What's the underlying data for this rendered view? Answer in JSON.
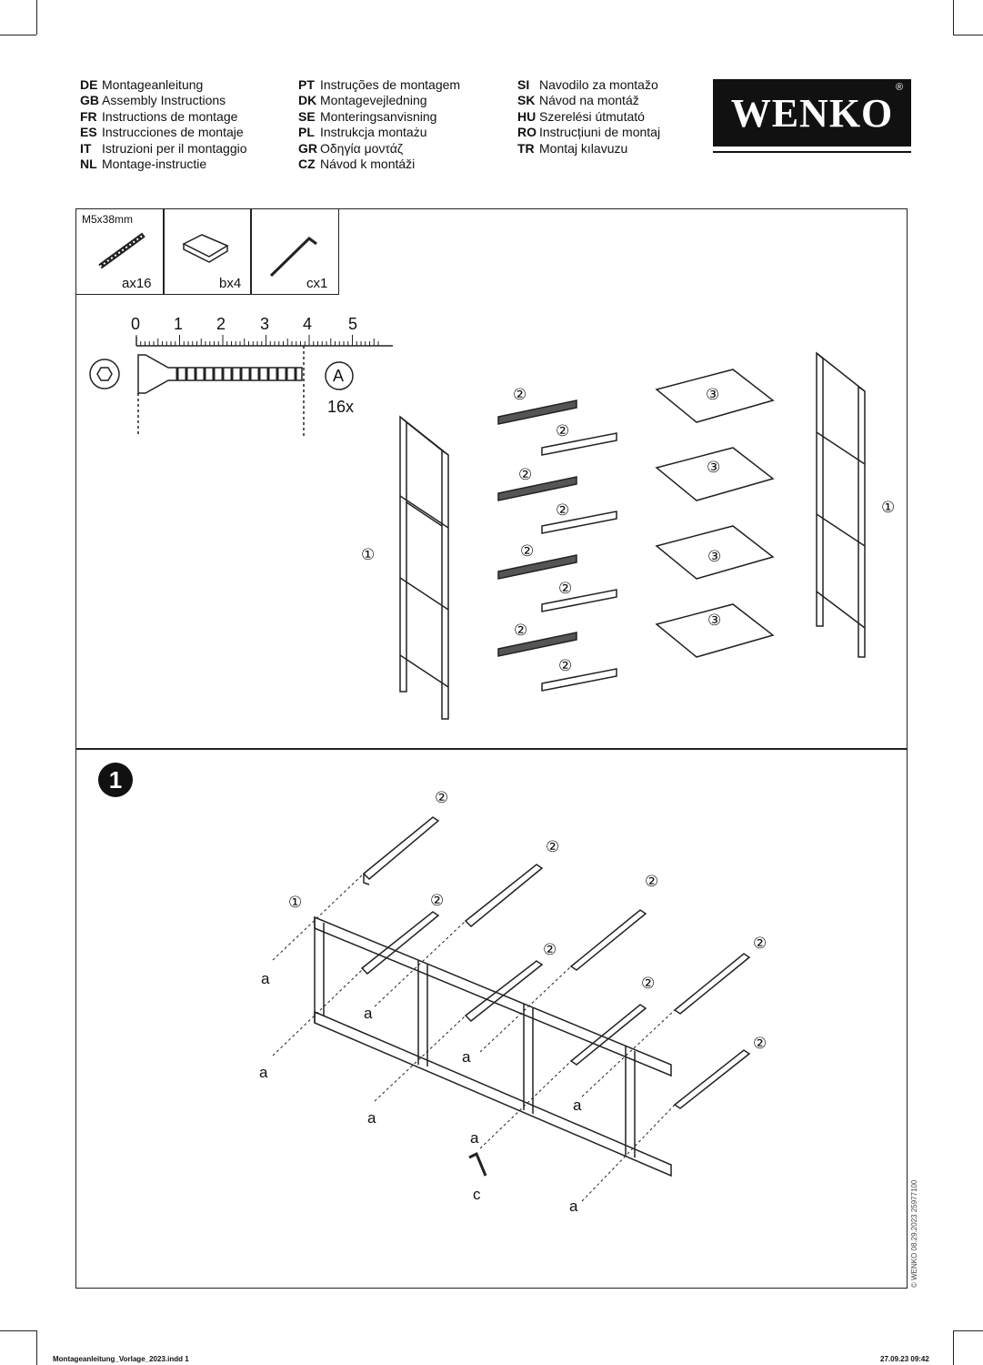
{
  "languages": {
    "col1": [
      [
        "DE",
        "Montageanleitung"
      ],
      [
        "GB",
        "Assembly Instructions"
      ],
      [
        "FR",
        "Instructions de montage"
      ],
      [
        "ES",
        "Instrucciones de montaje"
      ],
      [
        "IT",
        "Istruzioni per il montaggio"
      ],
      [
        "NL",
        "Montage-instructie"
      ]
    ],
    "col2": [
      [
        "PT",
        "Instruções de montagem"
      ],
      [
        "DK",
        "Montagevejledning"
      ],
      [
        "SE",
        "Monteringsanvisning"
      ],
      [
        "PL",
        "Instrukcja montażu"
      ],
      [
        "GR",
        "Οδηγία μοντάζ"
      ],
      [
        "CZ",
        "Návod k montáži"
      ]
    ],
    "col3": [
      [
        "SI",
        "Navodilo za montažo"
      ],
      [
        "SK",
        "Návod na montáž"
      ],
      [
        "HU",
        "Szerelési útmutató"
      ],
      [
        "RO",
        "Instrucțiuni de montaj"
      ],
      [
        "TR",
        "Montaj kılavuzu"
      ]
    ]
  },
  "logo": {
    "text": "WENKO",
    "reg": "®"
  },
  "parts": {
    "screw_spec": "M5x38mm",
    "a": "ax16",
    "b": "bx4",
    "c": "cx1"
  },
  "ruler": {
    "ticks": [
      "0",
      "1",
      "2",
      "3",
      "4",
      "5"
    ],
    "part_label": "A",
    "qty": "16x"
  },
  "labels": {
    "one": "①",
    "two": "②",
    "three": "③",
    "a": "a",
    "c": "c"
  },
  "step": {
    "number": "1"
  },
  "imprint": "© WENKO 08.29.2023  25977100",
  "footer": {
    "file": "Montageanleitung_Vorlage_2023.indd   1",
    "date": "27.09.23   09:42"
  }
}
